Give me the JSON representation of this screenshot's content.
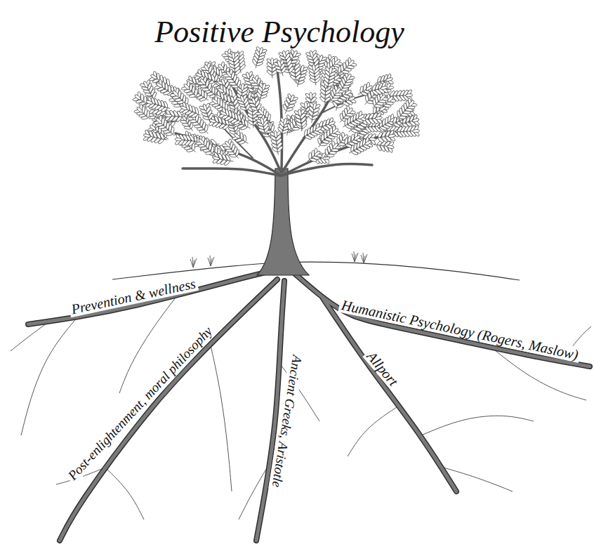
{
  "diagram": {
    "title": "Positive Psychology",
    "labels": [
      "Prevention & wellness",
      "Post-enlightenment, moral philosophy",
      "Ancient Greeks, Aristotle",
      "Allport",
      "Humanistic Psychology (Rogers, Maslow)"
    ]
  }
}
